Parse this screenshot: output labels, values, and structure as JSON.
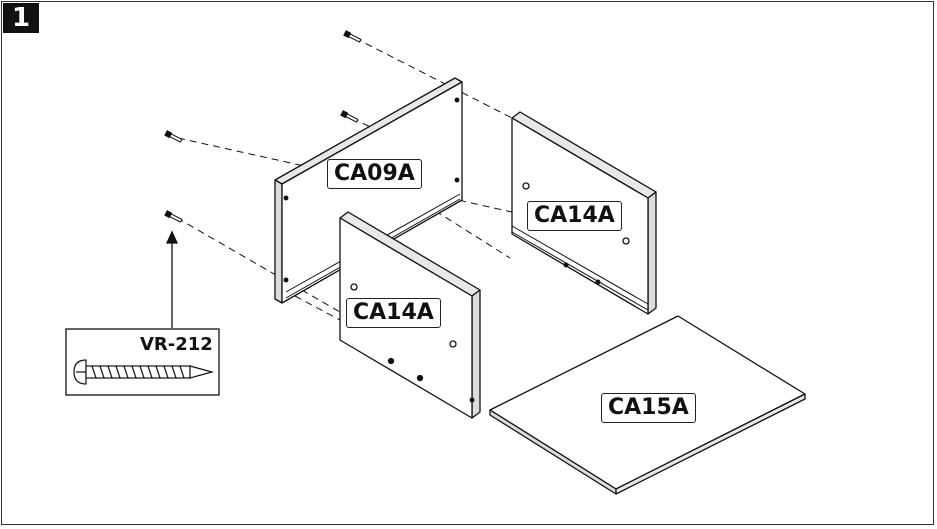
{
  "step": {
    "number": "1"
  },
  "panels": {
    "back": {
      "label": "CA09A"
    },
    "side_right": {
      "label": "CA14A"
    },
    "side_left": {
      "label": "CA14A"
    },
    "bottom": {
      "label": "CA15A"
    }
  },
  "hardware": {
    "screw_code": "VR-212"
  },
  "colors": {
    "line": "#111111",
    "panel_fill": "#ffffff",
    "panel_edge": "#d9d9d9",
    "step_bg": "#111111"
  }
}
